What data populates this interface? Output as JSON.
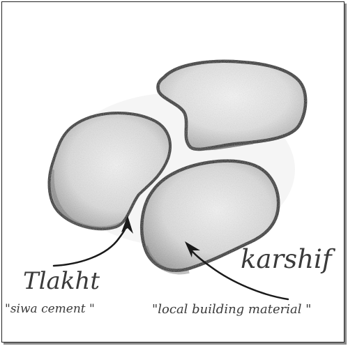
{
  "labels": {
    "left_name": "Tlakht",
    "left_note": "\"siwa cement \"",
    "right_name": "karshif",
    "right_note": "\"local building material \""
  },
  "colors": {
    "ink": "#161616",
    "shade": "#8c8c8c",
    "fill": "#ececec",
    "text": "#3a3a3a"
  }
}
